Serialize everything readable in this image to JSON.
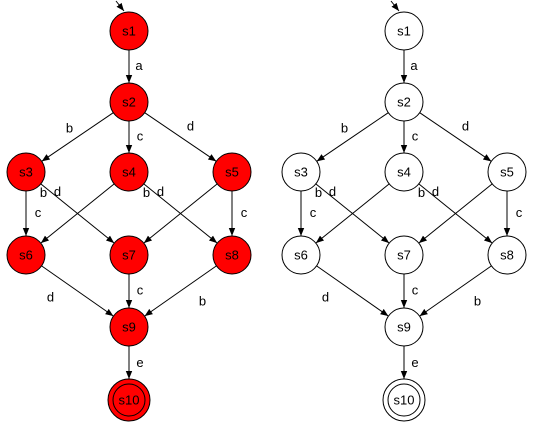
{
  "colors": {
    "highlight_fill": "#ff0000",
    "plain_fill": "#ffffff",
    "stroke": "#000000"
  },
  "graphs": [
    {
      "id": "left",
      "highlighted": true,
      "start_state": "s1",
      "accepting_states": [
        "s10"
      ],
      "states": [
        "s1",
        "s2",
        "s3",
        "s4",
        "s5",
        "s6",
        "s7",
        "s8",
        "s9",
        "s10"
      ],
      "transitions": [
        {
          "from": "s1",
          "to": "s2",
          "label": "a"
        },
        {
          "from": "s2",
          "to": "s3",
          "label": "b"
        },
        {
          "from": "s2",
          "to": "s4",
          "label": "c"
        },
        {
          "from": "s2",
          "to": "s5",
          "label": "d"
        },
        {
          "from": "s3",
          "to": "s6",
          "label": "c"
        },
        {
          "from": "s3",
          "to": "s7",
          "label": "d"
        },
        {
          "from": "s4",
          "to": "s6",
          "label": "b"
        },
        {
          "from": "s4",
          "to": "s8",
          "label": "d"
        },
        {
          "from": "s5",
          "to": "s7",
          "label": "b"
        },
        {
          "from": "s5",
          "to": "s8",
          "label": "c"
        },
        {
          "from": "s6",
          "to": "s9",
          "label": "d"
        },
        {
          "from": "s7",
          "to": "s9",
          "label": "c"
        },
        {
          "from": "s8",
          "to": "s9",
          "label": "b"
        },
        {
          "from": "s9",
          "to": "s10",
          "label": "e"
        }
      ]
    },
    {
      "id": "right",
      "highlighted": false,
      "start_state": "s1",
      "accepting_states": [
        "s10"
      ],
      "states": [
        "s1",
        "s2",
        "s3",
        "s4",
        "s5",
        "s6",
        "s7",
        "s8",
        "s9",
        "s10"
      ],
      "transitions": [
        {
          "from": "s1",
          "to": "s2",
          "label": "a"
        },
        {
          "from": "s2",
          "to": "s3",
          "label": "b"
        },
        {
          "from": "s2",
          "to": "s4",
          "label": "c"
        },
        {
          "from": "s2",
          "to": "s5",
          "label": "d"
        },
        {
          "from": "s3",
          "to": "s6",
          "label": "c"
        },
        {
          "from": "s3",
          "to": "s7",
          "label": "d"
        },
        {
          "from": "s4",
          "to": "s6",
          "label": "b"
        },
        {
          "from": "s4",
          "to": "s8",
          "label": "d"
        },
        {
          "from": "s5",
          "to": "s7",
          "label": "b"
        },
        {
          "from": "s5",
          "to": "s8",
          "label": "c"
        },
        {
          "from": "s6",
          "to": "s9",
          "label": "d"
        },
        {
          "from": "s7",
          "to": "s9",
          "label": "c"
        },
        {
          "from": "s8",
          "to": "s9",
          "label": "b"
        },
        {
          "from": "s9",
          "to": "s10",
          "label": "e"
        }
      ]
    }
  ]
}
